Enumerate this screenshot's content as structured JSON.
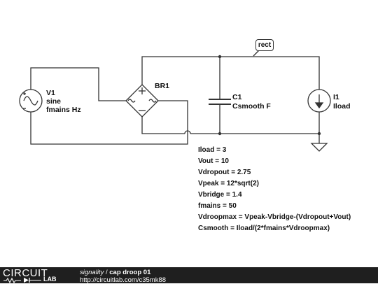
{
  "schematic": {
    "source": {
      "name": "V1",
      "type": "sine",
      "freq": "fmains Hz"
    },
    "bridge": {
      "name": "BR1"
    },
    "capacitor": {
      "name": "C1",
      "value": "Csmooth F"
    },
    "current_source": {
      "name": "I1",
      "value": "Iload"
    },
    "net_label": "rect",
    "equations": [
      "Iload = 3",
      "Vout = 10",
      "Vdropout = 2.75",
      "Vpeak = 12*sqrt(2)",
      "Vbridge = 1.4",
      "fmains = 50",
      "Vdroopmax = Vpeak-Vbridge-(Vdropout+Vout)",
      "Csmooth = Iload/(2*fmains*Vdroopmax)"
    ]
  },
  "footer": {
    "logo_top": "CIRCUIT",
    "logo_bottom": "LAB",
    "user": "signality",
    "separator": " / ",
    "title": "cap droop 01",
    "url": "http://circuitlab.com/c35mk88"
  },
  "colors": {
    "wire": "#333333",
    "footer_bg": "#1f1f1f"
  }
}
